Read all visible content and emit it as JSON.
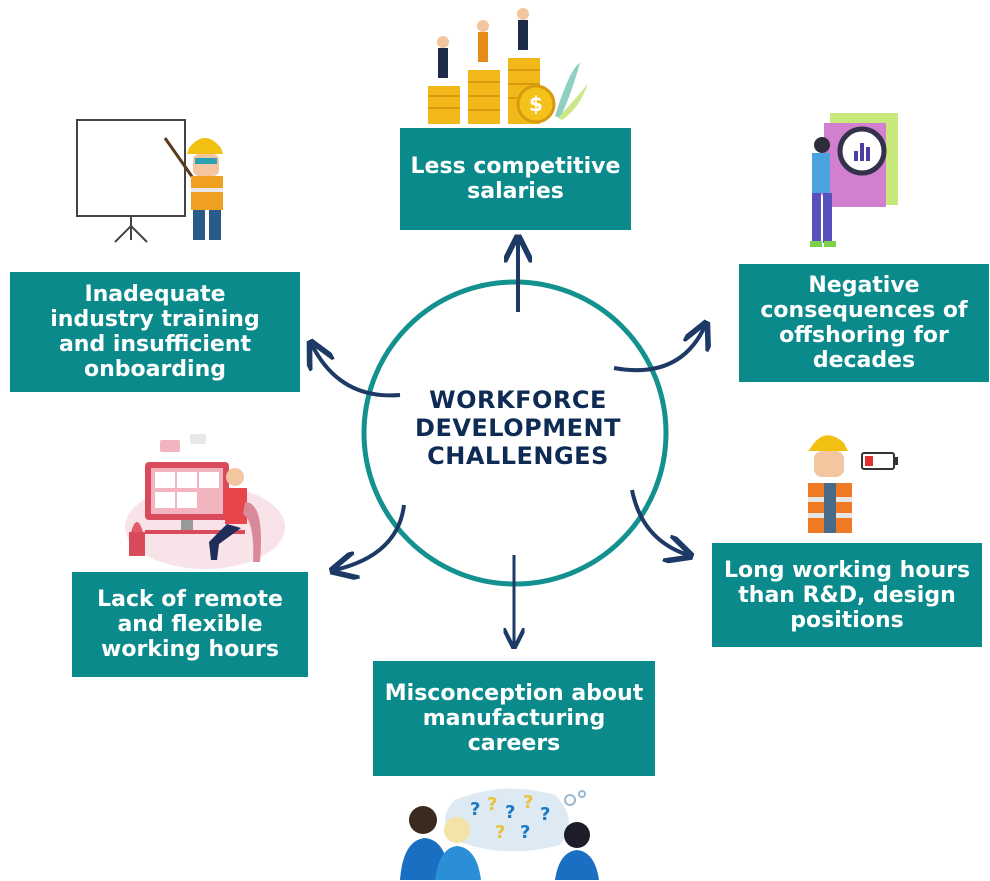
{
  "center": {
    "line1": "WORKFORCE",
    "line2": "DEVELOPMENT",
    "line3": "CHALLENGES"
  },
  "boxes": {
    "salaries": {
      "lines": [
        "Less competitive",
        "salaries"
      ]
    },
    "offshoring": {
      "lines": [
        "Negative",
        "consequences of",
        "offshoring for",
        "decades"
      ]
    },
    "hours": {
      "lines": [
        "Long working hours",
        "than R&D, design",
        "positions"
      ]
    },
    "misconception": {
      "lines": [
        "Misconception about",
        "manufacturing",
        "careers"
      ]
    },
    "remote": {
      "lines": [
        "Lack of remote",
        "and flexible",
        "working hours"
      ]
    },
    "training": {
      "lines": [
        "Inadequate",
        "industry training",
        "and insufficient",
        "onboarding"
      ]
    }
  },
  "colors": {
    "box": "#0b8a8c",
    "circle": "#13918f",
    "title": "#0e2b55",
    "arrow": "#1d3a66"
  },
  "icons": {
    "top": "coin-stacks-people-icon",
    "top-right": "magnifying-glass-report-icon",
    "right": "tired-worker-low-battery-icon",
    "bottom": "confused-people-question-marks-icon",
    "left": "video-call-remote-work-icon",
    "top-left": "worker-presentation-board-icon"
  }
}
